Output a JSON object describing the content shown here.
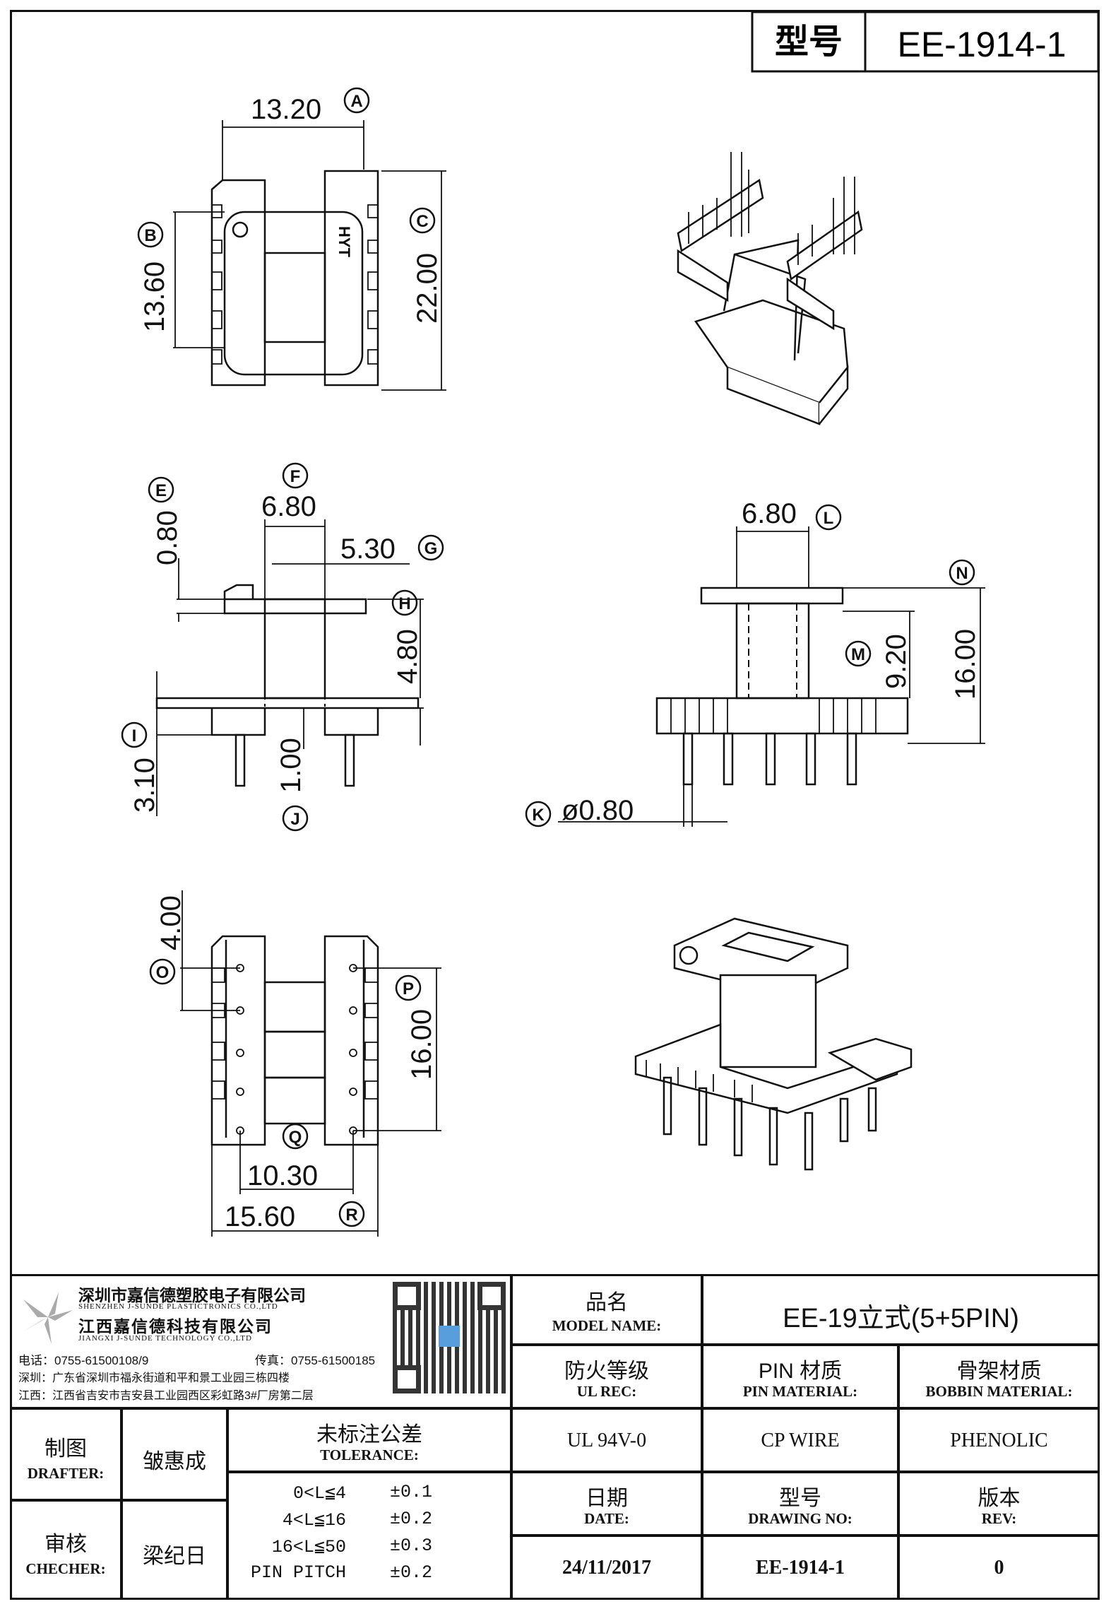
{
  "header": {
    "model_label": "型号",
    "model_value": "EE-1914-1"
  },
  "views": {
    "top": {
      "dims": [
        {
          "id": "A",
          "value": "13.20"
        },
        {
          "id": "B",
          "value": "13.60"
        },
        {
          "id": "C",
          "value": "22.00"
        }
      ],
      "marking": "HYT"
    },
    "front": {
      "dims": [
        {
          "id": "E",
          "value": "0.80"
        },
        {
          "id": "F",
          "value": "6.80"
        },
        {
          "id": "G",
          "value": "5.30"
        },
        {
          "id": "H",
          "value": "4.80"
        },
        {
          "id": "I",
          "value": "3.10"
        },
        {
          "id": "J",
          "value": "1.00"
        }
      ]
    },
    "side": {
      "dims": [
        {
          "id": "L",
          "value": "6.80"
        },
        {
          "id": "M",
          "value": "9.20"
        },
        {
          "id": "N",
          "value": "16.00"
        },
        {
          "id": "K",
          "value": "ø0.80"
        }
      ]
    },
    "bottom": {
      "dims": [
        {
          "id": "O",
          "value": "4.00"
        },
        {
          "id": "P",
          "value": "16.00"
        },
        {
          "id": "Q",
          "value": "10.30"
        },
        {
          "id": "R",
          "value": "15.60"
        }
      ]
    }
  },
  "company": {
    "name_shenzhen": "深圳市嘉信德塑胶电子有限公司",
    "name_shenzhen_en": "SHENZHEN J-SUNDE PLASTICTRONICS CO.,LTD",
    "name_jiangxi": "江西嘉信德科技有限公司",
    "name_jiangxi_en": "JIANGXI J-SUNDE TECHNOLOGY CO.,LTD",
    "phone": "电话：0755-61500108/9",
    "fax": "传真：0755-61500185",
    "addr_sz": "深圳：广东省深圳市福永街道和平和景工业园三栋四楼",
    "addr_jx": "江西：江西省吉安市吉安县工业园西区彩虹路3#厂房第二层"
  },
  "title_block": {
    "model_name_zh": "品名",
    "model_name_en": "MODEL NAME:",
    "model_name_value": "EE-19立式(5+5PIN)",
    "ul_zh": "防火等级",
    "ul_en": "UL REC:",
    "ul_value": "UL 94V-0",
    "pin_zh": "PIN 材质",
    "pin_en": "PIN MATERIAL:",
    "pin_value": "CP WIRE",
    "bobbin_zh": "骨架材质",
    "bobbin_en": "BOBBIN MATERIAL:",
    "bobbin_value": "PHENOLIC",
    "date_zh": "日期",
    "date_en": "DATE:",
    "date_value": "24/11/2017",
    "drawing_zh": "型号",
    "drawing_en": "DRAWING NO:",
    "drawing_value": "EE-1914-1",
    "rev_zh": "版本",
    "rev_en": "REV:",
    "rev_value": "0",
    "drafter_zh": "制图",
    "drafter_en": "DRAFTER:",
    "drafter_value": "皱惠成",
    "checker_zh": "审核",
    "checker_en": "CHECHER:",
    "checker_value": "梁纪日",
    "tol_zh": "未标注公差",
    "tol_en": "TOLERANCE:",
    "tolerances": [
      {
        "range": "0<L≦4",
        "value": "±0.1"
      },
      {
        "range": "4<L≦16",
        "value": "±0.2"
      },
      {
        "range": "16<L≦50",
        "value": "±0.3"
      },
      {
        "range": "PIN PITCH",
        "value": "±0.2"
      }
    ]
  }
}
